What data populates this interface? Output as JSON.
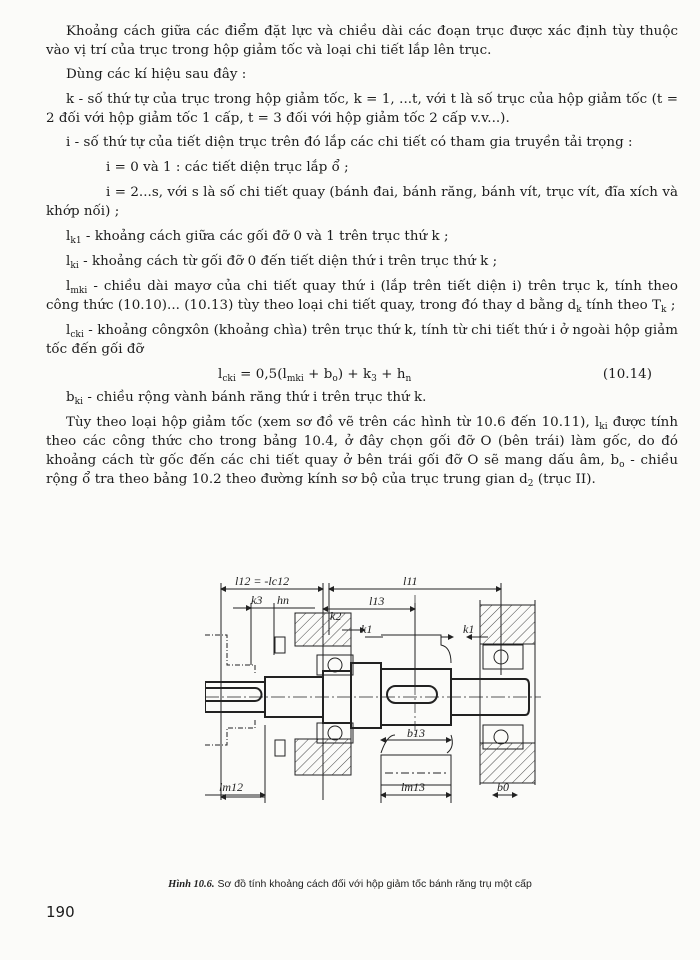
{
  "paragraphs": {
    "p1": "Khoảng cách giữa các điểm đặt lực và chiều dài các đoạn trục được xác định tùy thuộc vào vị trí của trục trong hộp giảm tốc và loại chi tiết lắp lên trục.",
    "p2": "Dùng các kí hiệu sau đây :",
    "p3": "k - số thứ tự của trục trong hộp giảm tốc, k = 1, ...t, với t là số trục của hộp giảm tốc (t = 2 đối với hộp giảm tốc 1 cấp, t = 3 đối với hộp giảm tốc 2 cấp v.v...).",
    "p4": "i - số thứ tự của tiết diện trục trên đó lắp các chi tiết có tham gia truyền tải trọng :",
    "p5": "i = 0 và 1 : các tiết diện trục lắp ổ ;",
    "p6": "i = 2...s, với s là số chi tiết quay (bánh đai, bánh răng, bánh vít, trục vít, đĩa xích và khớp nối) ;",
    "p7_sym": "l",
    "p7_sub": "k1",
    "p7": " - khoảng cách giữa các gối đỡ 0 và 1 trên trục thứ k ;",
    "p8_sym": "l",
    "p8_sub": "ki",
    "p8": " - khoảng cách từ gối đỡ 0 đến tiết diện thứ i trên trục thứ k ;",
    "p9_sym": "l",
    "p9_sub": "mki",
    "p9a": " - chiều dài mayơ của chi tiết quay thứ i (lắp trên tiết diện i) trên trục k, tính theo công thức (10.10)... (10.13) tùy theo loại chi tiết quay, trong đó thay d bằng d",
    "p9_sub2": "k",
    "p9b": " tính theo T",
    "p9_sub3": "k",
    "p9c": " ;",
    "p10_sym": "l",
    "p10_sub": "cki",
    "p10": " - khoảng côngxôn (khoảng chìa) trên trục thứ k, tính từ chi tiết thứ i ở ngoài hộp giảm tốc đến gối đỡ",
    "p11_sym": "b",
    "p11_sub": "ki",
    "p11": " - chiều rộng vành bánh răng thứ i trên trục thứ k.",
    "p12a": "Tùy theo loại hộp giảm tốc (xem sơ đồ vẽ trên các hình từ 10.6 đến 10.11), l",
    "p12_sub": "ki",
    "p12b": " được tính theo các công thức cho trong bảng 10.4, ở đây chọn gối đỡ O (bên trái) làm gốc, do đó khoảng cách từ gốc đến các chi tiết quay ở bên trái gối đỡ O sẽ mang dấu âm, b",
    "p12_sub2": "o",
    "p12c": " - chiều rộng ổ tra theo bảng 10.2 theo đường kính sơ bộ của trục trung gian d",
    "p12_sub3": "2",
    "p12d": " (trục II)."
  },
  "formula": {
    "lhs": "l",
    "lhs_sub": "cki",
    "rhs_a": " = 0,5(l",
    "rhs_sub1": "mki",
    "rhs_b": " + b",
    "rhs_sub2": "o",
    "rhs_c": ") + k",
    "rhs_sub3": "3",
    "rhs_d": " + h",
    "rhs_sub4": "n",
    "number": "(10.14)"
  },
  "figure": {
    "labels": {
      "l12": "l12 = -lc12",
      "l11": "l11",
      "k3": "k3",
      "hn": "hn",
      "l13": "l13",
      "k2": "k2",
      "k1_left": "k1",
      "k1_right": "k1",
      "b13": "b13",
      "lm12": "lm12",
      "lm13": "lm13",
      "b0": "b0"
    },
    "caption_label": "Hình 10.6.",
    "caption_text": " Sơ đồ tính khoảng cách đối với hộp giảm tốc bánh răng trụ một cấp"
  },
  "page_number": "190"
}
